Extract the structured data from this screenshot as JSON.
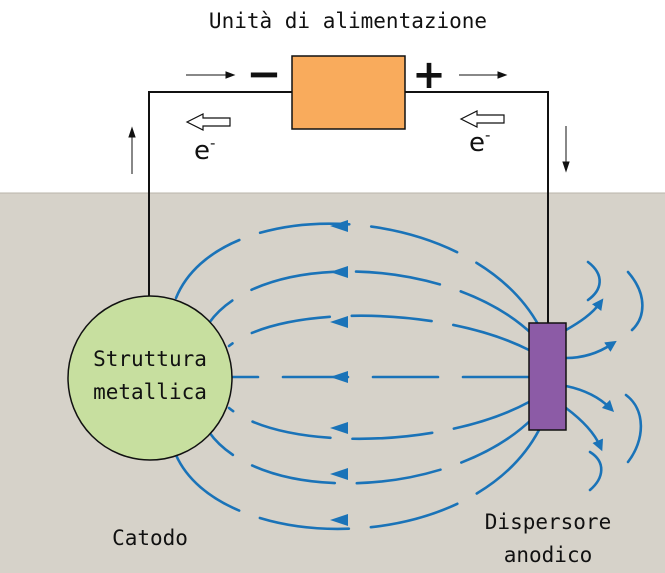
{
  "diagram": {
    "title": "Unità di alimentazione",
    "minus_sign": "−",
    "plus_sign": "+",
    "electron_left": "e",
    "electron_left_sup": "-",
    "electron_right": "e",
    "electron_right_sup": "-",
    "cathode_label_line1": "Struttura",
    "cathode_label_line2": "metallica",
    "cathode_caption": "Catodo",
    "anode_caption_line1": "Dispersore",
    "anode_caption_line2": "anodico"
  },
  "colors": {
    "soil": "#d6d2c9",
    "sky": "#ffffff",
    "power_box": "#f9ab5c",
    "cathode": "#c7df9f",
    "anode": "#8c5ba6",
    "field_lines": "#1a73b8",
    "wire": "#111111"
  },
  "icons": [
    "right-arrow-icon",
    "up-arrow-icon",
    "down-arrow-icon",
    "hollow-left-arrow-icon"
  ]
}
